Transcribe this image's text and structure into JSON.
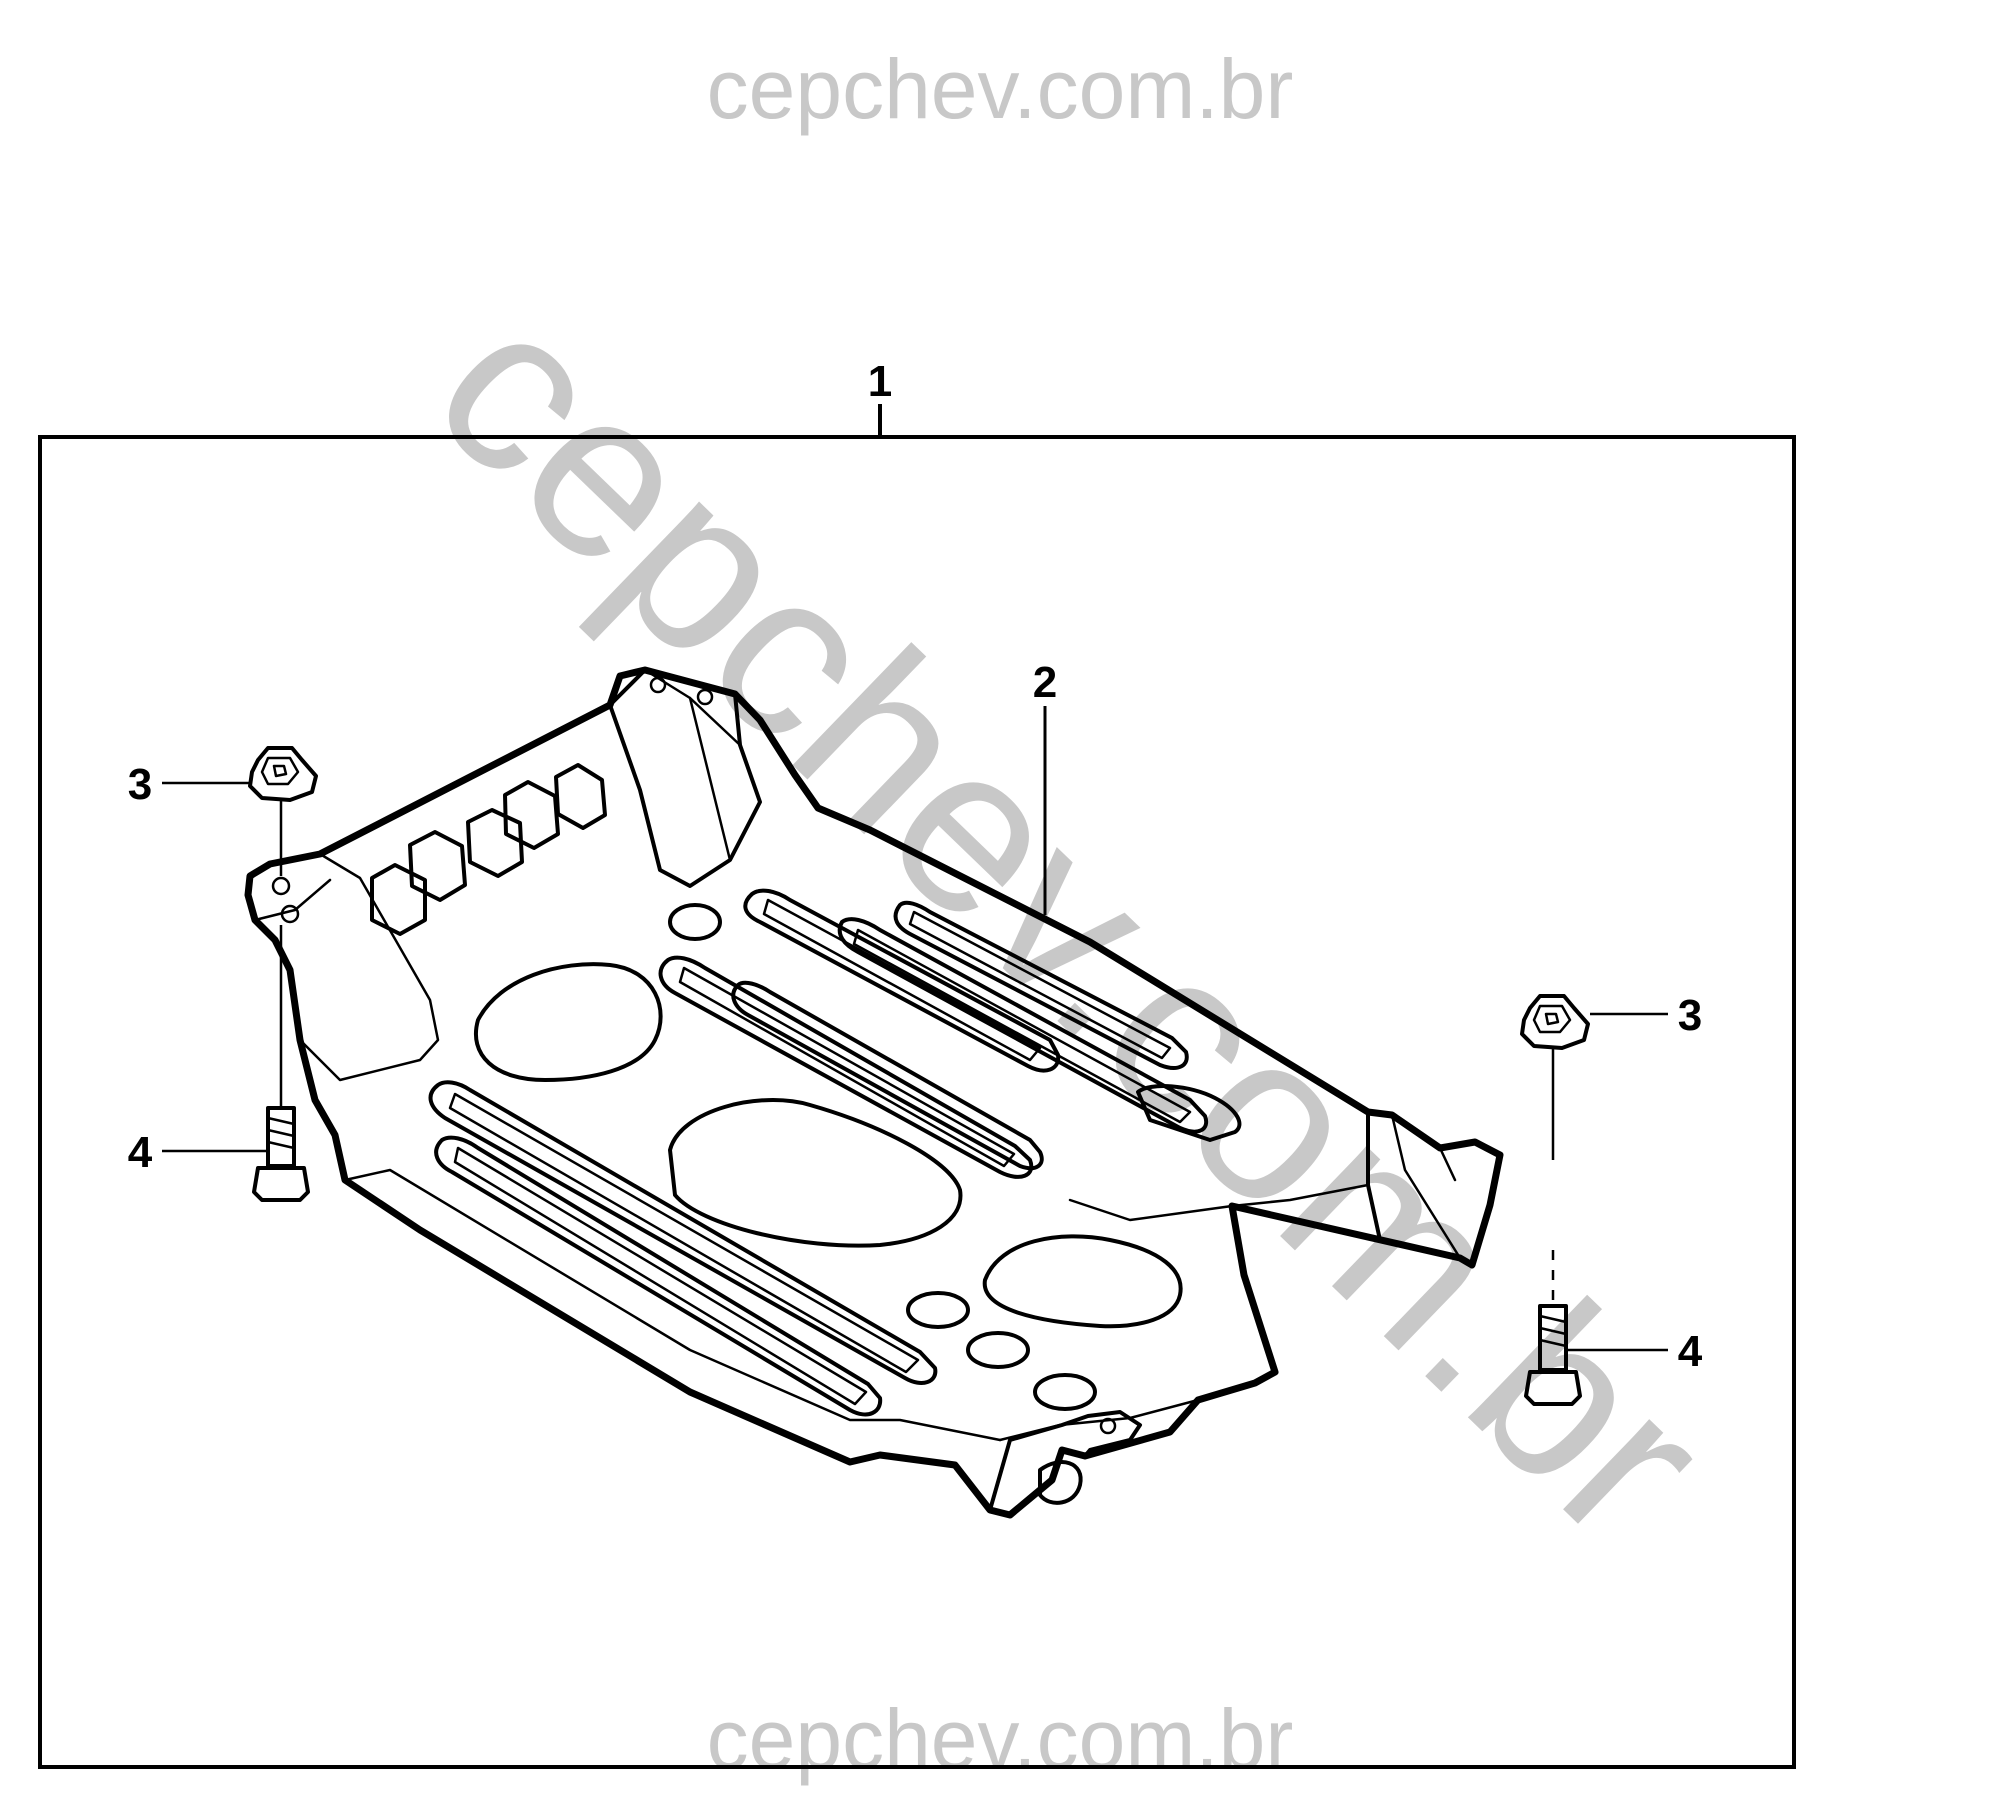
{
  "watermark": {
    "top": "cepchev.com.br",
    "diagonal": "cepchev.com.br",
    "bottom": "cepchev.com.br"
  },
  "callouts": {
    "assembly": "1",
    "skid_plate": "2",
    "clip_nut_left": "3",
    "clip_nut_right": "3",
    "bolt_left": "4",
    "bolt_right": "4"
  }
}
